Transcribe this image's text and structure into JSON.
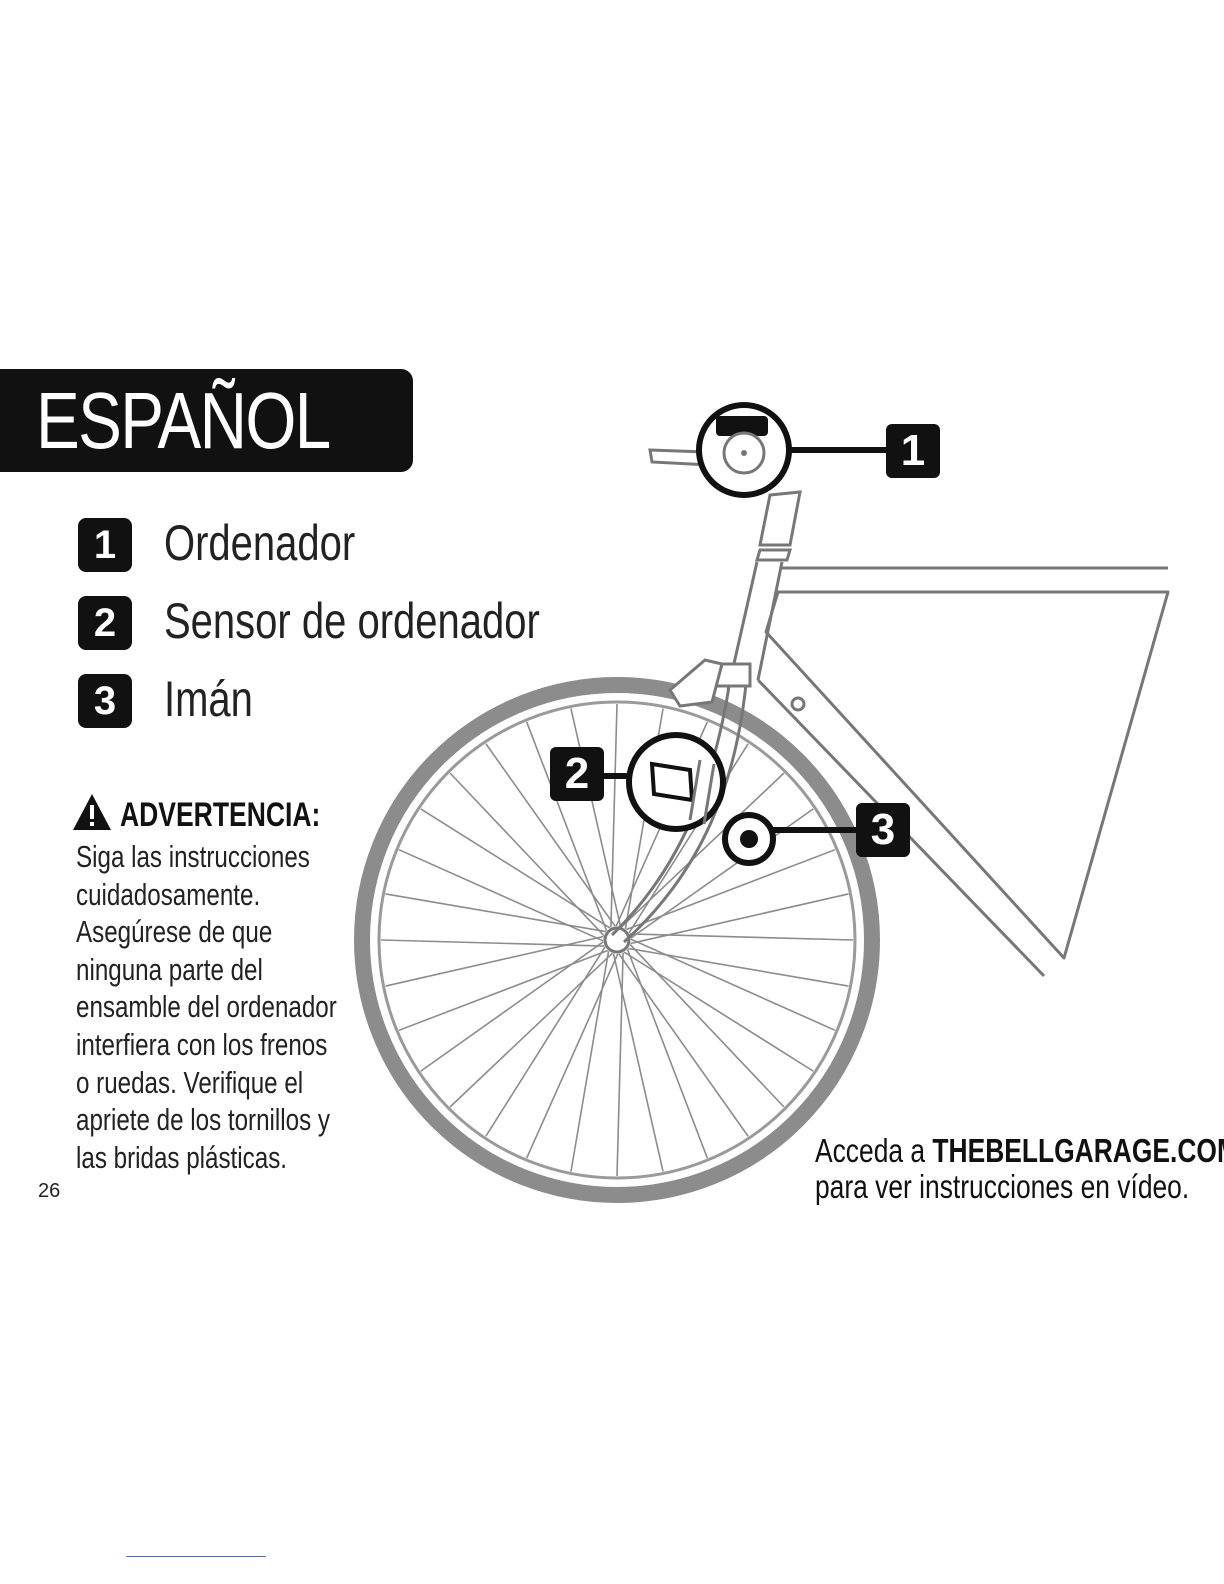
{
  "header": {
    "language": "ESPAÑOL"
  },
  "legend": [
    {
      "number": "1",
      "label": "Ordenador"
    },
    {
      "number": "2",
      "label": "Sensor de ordenador"
    },
    {
      "number": "3",
      "label": "Imán"
    }
  ],
  "warning": {
    "icon": "warning-triangle-icon",
    "title": "ADVERTENCIA:",
    "lines": [
      "Siga las instrucciones",
      "cuidadosamente.",
      "Asegúrese de que",
      "ninguna parte del",
      "ensamble del ordenador",
      "interfiera con los frenos",
      "o ruedas. Verifique el",
      "apriete de los tornillos y",
      "las bridas plásticas."
    ]
  },
  "diagram": {
    "callouts": [
      "1",
      "2",
      "3"
    ]
  },
  "video_note": {
    "prefix": "Acceda a ",
    "url": "THEBELLGARAGE.COM",
    "line2": "para ver instrucciones en vídeo."
  },
  "page_number": "26"
}
